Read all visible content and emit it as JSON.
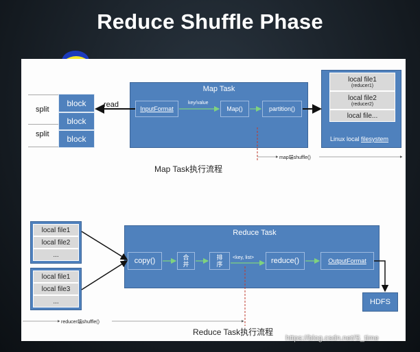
{
  "slide_title": "Reduce Shuffle Phase",
  "map_section": {
    "split_labels": [
      "split",
      "split"
    ],
    "blocks": [
      "block",
      "block",
      "block"
    ],
    "read_label": "read",
    "map_task_title": "Map Task",
    "input_format": "InputFormat",
    "key_value": "key/value",
    "map_fn": "Map()",
    "partition": "partition()",
    "local_files": [
      {
        "name": "local file1",
        "sub": "(reducer1)"
      },
      {
        "name": "local file2",
        "sub": "(reducer2)"
      },
      {
        "name": "local file...",
        "sub": ""
      }
    ],
    "fs_prefix": "Linux local ",
    "fs_link": "filesystem",
    "shuffle_label": "map端shuffle()",
    "caption": "Map Task执行流程"
  },
  "reduce_section": {
    "group1": [
      "local file1",
      "local file2",
      "..."
    ],
    "group2": [
      "local file1",
      "local file3",
      "..."
    ],
    "reduce_task_title": "Reduce Task",
    "copy": "copy()",
    "merge": "合\n并",
    "sort": "排\n序",
    "key_list": "<key, list>",
    "reduce_fn": "reduce()",
    "output_format": "OutputFormat",
    "hdfs": "HDFS",
    "shuffle_label": "reducer端shuffle()",
    "caption": "Reduce Task执行流程"
  },
  "watermark": "https://blog.csdn.net/S_time",
  "colors": {
    "box_blue": "#4f81bd",
    "file_gray": "#d9d9d9",
    "cursor_yellow": "#f5e72a",
    "cursor_blue": "#1d3fd6",
    "dashed_red": "#c0392b"
  }
}
